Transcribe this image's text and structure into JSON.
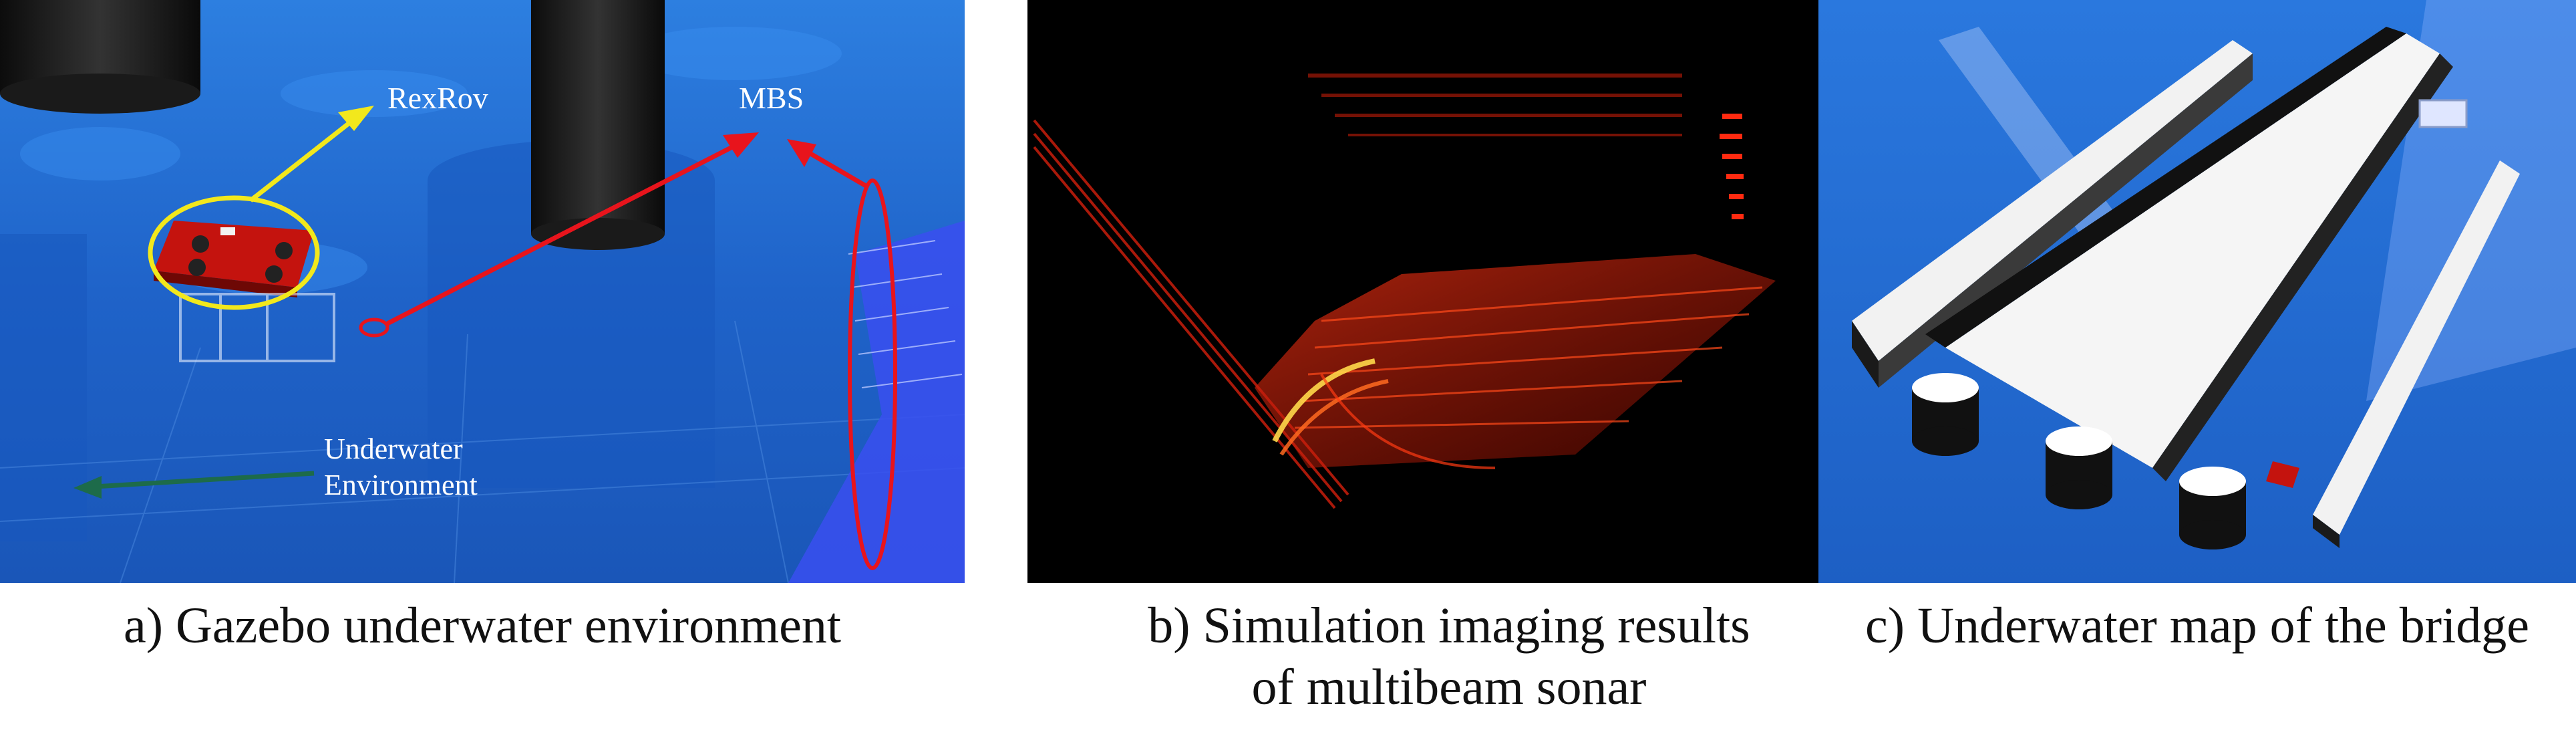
{
  "panels": {
    "a": {
      "caption": "a) Gazebo underwater environment",
      "labels": {
        "rexrov": "RexRov",
        "mbs": "MBS",
        "env_line1": "Underwater",
        "env_line2": "Environment"
      }
    },
    "b": {
      "caption_line1": "b) Simulation imaging results",
      "caption_line2": "of multibeam sonar"
    },
    "c": {
      "caption": "c) Underwater map of the bridge"
    }
  },
  "colors": {
    "water": "#1f66c8",
    "annotation_yellow": "#f2e81c",
    "annotation_red": "#e8141c",
    "annotation_green": "#1d6b4a",
    "sonar_background": "#000000",
    "sonar_return": "#ff2a10"
  }
}
